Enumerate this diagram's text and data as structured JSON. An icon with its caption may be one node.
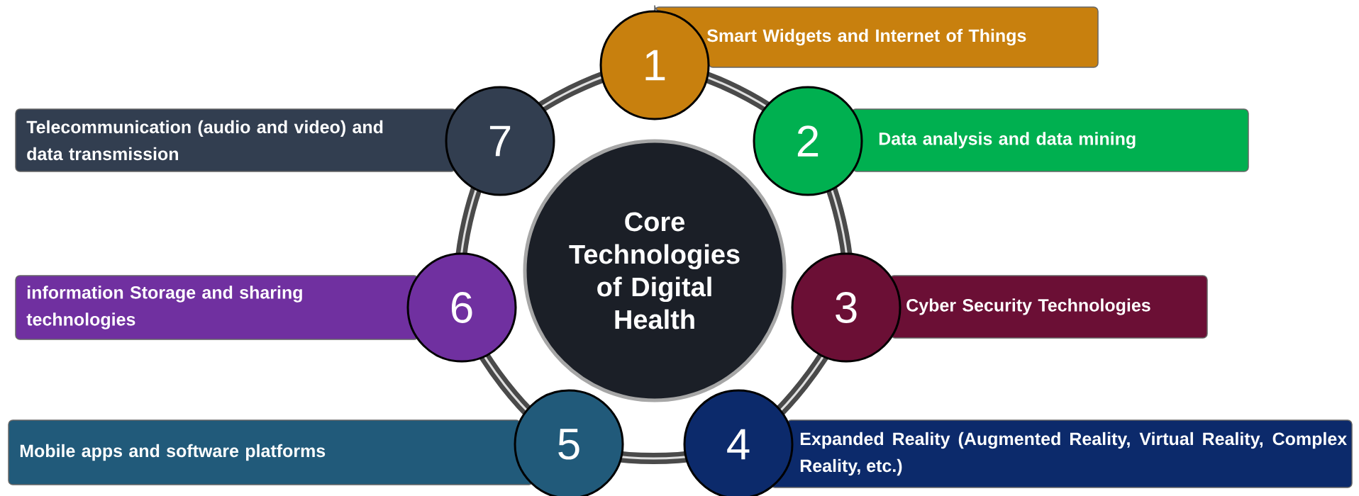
{
  "diagram": {
    "nodes": [
      {
        "text": [
          "Core Technologies of Digital Health"
        ]
      },
      {
        "text": [
          "1"
        ]
      },
      {
        "text": [
          "Smart Widgets and Internet of Things"
        ]
      },
      {
        "text": [
          "2"
        ]
      },
      {
        "text": [
          "Data analysis and data mining"
        ]
      },
      {
        "text": [
          "3"
        ]
      },
      {
        "text": [
          "Cyber Security Technologies"
        ]
      },
      {
        "text": [
          "4"
        ]
      },
      {
        "text": [
          "Expanded Reality (Augmented Reality, Virtual Reality, Complex Reality, etc.)"
        ]
      },
      {
        "text": [
          "5"
        ]
      },
      {
        "text": [
          "Mobile apps and software platforms"
        ]
      },
      {
        "text": [
          "6"
        ]
      },
      {
        "text": [
          "information Storage and sharing technologies"
        ]
      },
      {
        "text": [
          "7"
        ]
      },
      {
        "text": [
          "Telecommunication (audio and video) and data transmission"
        ]
      }
    ]
  }
}
